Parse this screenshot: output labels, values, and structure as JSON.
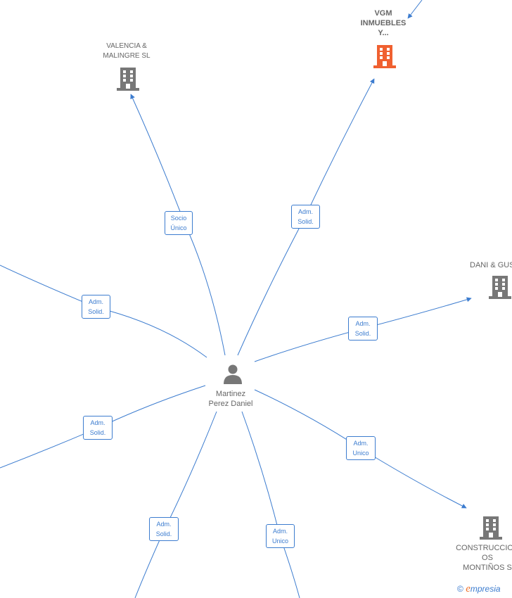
{
  "center": {
    "name_line1": "Martinez",
    "name_line2": "Perez Daniel",
    "icon": "person-icon"
  },
  "companies": [
    {
      "id": "valencia",
      "lines": [
        "VALENCIA &",
        "MALINGRE  SL"
      ],
      "color": "#777777",
      "icon": "building-icon"
    },
    {
      "id": "vgm",
      "lines": [
        "VGM",
        "INMUEBLES",
        "Y..."
      ],
      "color": "#f06030",
      "icon": "building-icon"
    },
    {
      "id": "dani",
      "lines": [
        "DANI & GUS"
      ],
      "color": "#777777",
      "icon": "building-icon"
    },
    {
      "id": "construcciones",
      "lines": [
        "CONSTRUCCION",
        "OS",
        "MONTIÑOS S"
      ],
      "color": "#777777",
      "icon": "building-icon"
    }
  ],
  "edges": [
    {
      "id": "e-valencia",
      "label": [
        "Socio",
        "Único"
      ]
    },
    {
      "id": "e-vgm",
      "label": [
        "Adm.",
        "Solid."
      ]
    },
    {
      "id": "e-left-upper",
      "label": [
        "Adm.",
        "Solid."
      ]
    },
    {
      "id": "e-dani",
      "label": [
        "Adm.",
        "Solid."
      ]
    },
    {
      "id": "e-left-lower",
      "label": [
        "Adm.",
        "Solid."
      ]
    },
    {
      "id": "e-construcciones",
      "label": [
        "Adm.",
        "Unico"
      ]
    },
    {
      "id": "e-bottom-left",
      "label": [
        "Adm.",
        "Solid."
      ]
    },
    {
      "id": "e-bottom-right",
      "label": [
        "Adm.",
        "Unico"
      ]
    }
  ],
  "colors": {
    "edge": "#3c7ccf",
    "accent": "#f06030",
    "node": "#777777"
  },
  "brand": {
    "copyright": "©",
    "e": "e",
    "rest": "mpresia"
  }
}
